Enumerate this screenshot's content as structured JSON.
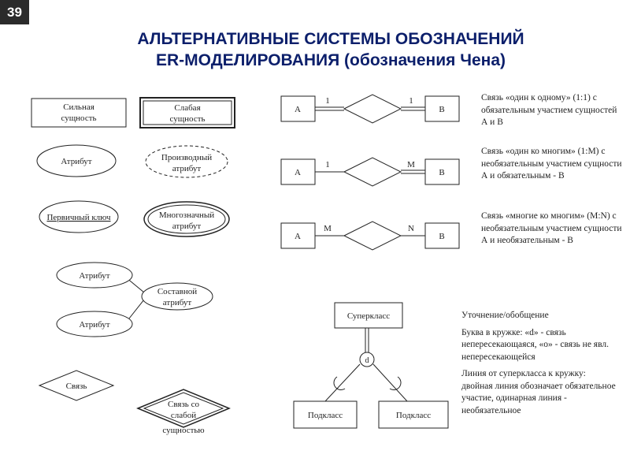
{
  "slide_number": "39",
  "title_line1": "АЛЬТЕРНАТИВНЫЕ СИСТЕМЫ ОБОЗНАЧЕНИЙ",
  "title_line2": "ER-МОДЕЛИРОВАНИЯ (обозначения Чена)",
  "legend": {
    "strong_entity": [
      "Сильная",
      "сущность"
    ],
    "weak_entity": [
      "Слабая",
      "сущность"
    ],
    "attribute": "Атрибут",
    "derived_attribute": [
      "Производный",
      "атрибут"
    ],
    "primary_key": "Первичный ключ",
    "multivalued_attribute": [
      "Многозначный",
      "атрибут"
    ],
    "composite_part1": "Атрибут",
    "composite_part2": "Атрибут",
    "composite_attribute": [
      "Составной",
      "атрибут"
    ],
    "relationship": "Связь",
    "weak_relationship": [
      "Связь со",
      "слабой",
      "сущностью"
    ]
  },
  "relationships": [
    {
      "left": "A",
      "right": "B",
      "left_card": "1",
      "right_card": "1",
      "description": "Связь «один к одному» (1:1) с обязательным участием сущностей А и В"
    },
    {
      "left": "A",
      "right": "B",
      "left_card": "1",
      "right_card": "M",
      "description": "Связь «один ко многим» (1:М) с необязательным участием сущности А и обязательным - В"
    },
    {
      "left": "A",
      "right": "B",
      "left_card": "M",
      "right_card": "N",
      "description": "Связь «многие ко многим» (M:N) с необязательным участием сущности А и необязательным - В"
    }
  ],
  "specialization": {
    "superclass": "Суперкласс",
    "circle_letter": "d",
    "subclass1": "Подкласс",
    "subclass2": "Подкласс",
    "notes": [
      "Уточнение/обобщение",
      "Буква в кружке: «d» - связь непересекающаяся, «o» - связь не явл. непересекающейся",
      "Линия от суперкласса к кружку: двойная линия обозначает обязательное участие, одинарная линия - необязательное"
    ]
  }
}
